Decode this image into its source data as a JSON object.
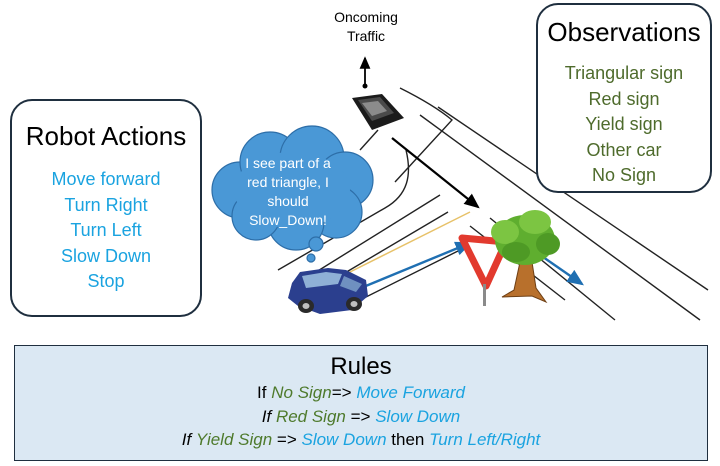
{
  "robot_actions": {
    "title": "Robot Actions",
    "items": [
      "Move forward",
      "Turn Right",
      "Turn Left",
      "Slow Down",
      "Stop"
    ]
  },
  "observations": {
    "title": "Observations",
    "items": [
      "Triangular sign",
      "Red sign",
      "Yield sign",
      "Other car",
      "No Sign"
    ]
  },
  "oncoming": {
    "line1": "Oncoming",
    "line2": "Traffic"
  },
  "thought": {
    "line1": "I see part of a",
    "line2": "red triangle, I",
    "line3": "should",
    "line4": "Slow_Down!"
  },
  "rules": {
    "title": "Rules",
    "r1": {
      "if": "If",
      "cond": "No Sign",
      "arrow": "=>",
      "action": "Move Forward"
    },
    "r2": {
      "if": "If",
      "cond": "Red Sign",
      "arrow": "=>",
      "action": "Slow Down"
    },
    "r3": {
      "if": "If",
      "cond": "Yield Sign",
      "arrow": "=>",
      "action": "Slow Down",
      "then": "then",
      "action2": "Turn Left/Right"
    }
  },
  "colors": {
    "action_blue": "#1aa3e0",
    "observation_green": "#4e6b2c",
    "thought_cloud": "#4a98d6",
    "rules_background": "#dbe8f3",
    "yield_red": "#e23a2e"
  }
}
